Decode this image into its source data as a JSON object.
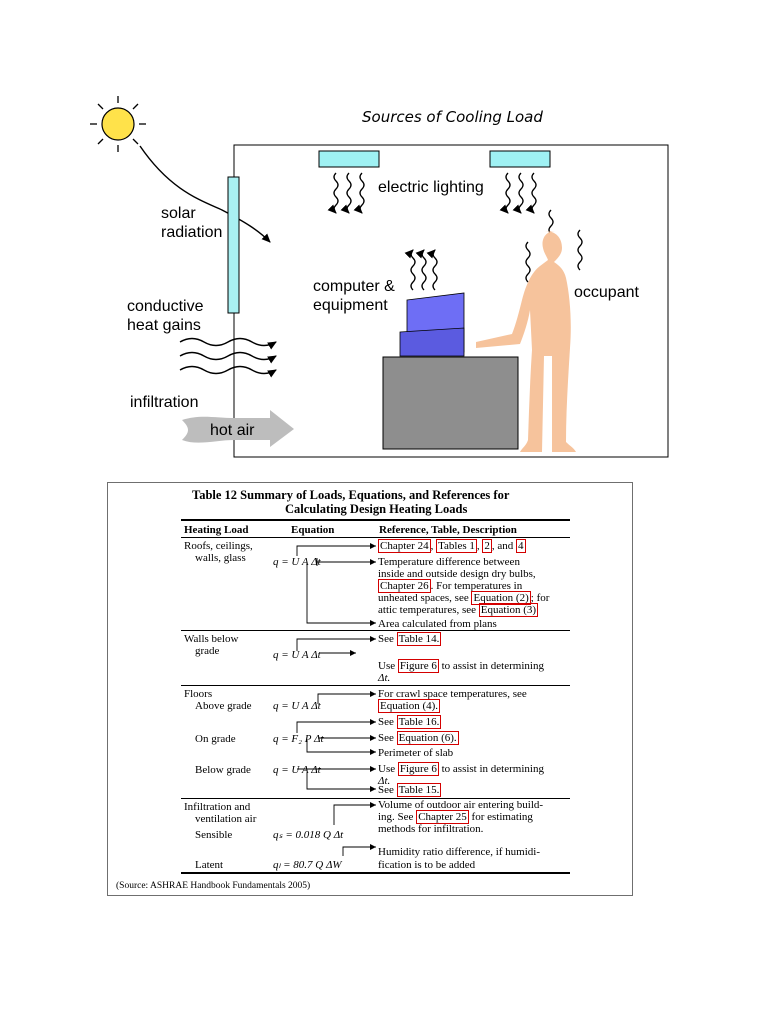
{
  "diagram": {
    "title": "Sources of Cooling Load",
    "labels": {
      "solar_radiation": [
        "solar",
        "radiation"
      ],
      "conductive": [
        "conductive",
        "heat gains"
      ],
      "infiltration": "infiltration",
      "hot_air": "hot air",
      "electric_lighting": "electric lighting",
      "computer": [
        "computer &",
        "equipment"
      ],
      "occupant": "occupant"
    },
    "colors": {
      "sun": "#ffe24a",
      "window": "#a9f0f2",
      "light_fixture": "#9ff1f3",
      "monitor": "#6e6ef5",
      "desk": "#8e8e8e",
      "person": "#f6c39c",
      "hot_air": "#bdbdbd"
    }
  },
  "table": {
    "title_line1": "Table 12     Summary of Loads, Equations, and References for",
    "title_line2": "Calculating Design Heating Loads",
    "headers": [
      "Heating Load",
      "Equation",
      "Reference, Table, Description"
    ],
    "roofs": {
      "load": [
        "Roofs, ceilings,",
        "walls, glass"
      ],
      "equation": "q = U A Δt",
      "ref1_a": "Chapter 24",
      "ref1_b": "Tables 1",
      "ref1_c": "2",
      "ref1_and": ", and",
      "ref1_d": "4",
      "desc_l1": "Temperature difference between",
      "desc_l2": "inside and outside design dry bulbs,",
      "desc_ch": "Chapter 26",
      "desc_l3b": ". For temperatures in",
      "desc_l4a": "unheated spaces, see",
      "desc_eq2": "Equation (2)",
      "desc_l4b": "; for",
      "desc_l5a": "attic temperatures, see",
      "desc_eq3": "Equation (3)",
      "area": "Area calculated from plans"
    },
    "walls": {
      "load": [
        "Walls below",
        "grade"
      ],
      "equation": "q = U A Δt",
      "see": "See",
      "table14": "Table 14.",
      "use": "Use",
      "fig6": "Figure 6",
      "use_rest": "to assist in determining",
      "dt": "Δt."
    },
    "floors": {
      "load": "Floors",
      "above": "Above grade",
      "above_eq": "q = U A Δt",
      "above_ref_l1": "For crawl space temperatures, see",
      "above_ref_eq": "Equation (4).",
      "on": "On grade",
      "on_eq": "q = F₂ P Δt",
      "see": "See",
      "table16": "Table 16.",
      "eq6": "Equation (6).",
      "perimeter": "Perimeter of slab",
      "below": "Below grade",
      "below_eq": "q = U A Δt",
      "use": "Use",
      "fig6": "Figure 6",
      "use_rest": "to assist in determining",
      "dt": "Δt.",
      "table15": "Table 15."
    },
    "infiltration": {
      "load": [
        "Infiltration and",
        "ventilation air"
      ],
      "sensible": "Sensible",
      "sensible_eq": "qₛ = 0.018 Q Δt",
      "latent": "Latent",
      "latent_eq": "qₗ = 80.7 Q ΔW",
      "ref_l1": "Volume of outdoor air entering build-",
      "ref_l2a": "ing. See",
      "ref_ch25": "Chapter 25",
      "ref_l2b": "for estimating",
      "ref_l3": "methods for infiltration.",
      "hum_l1": "Humidity ratio difference, if humidi-",
      "hum_l2": "fication is to be added"
    },
    "source": "(Source: ASHRAE Handbook Fundamentals 2005)"
  }
}
